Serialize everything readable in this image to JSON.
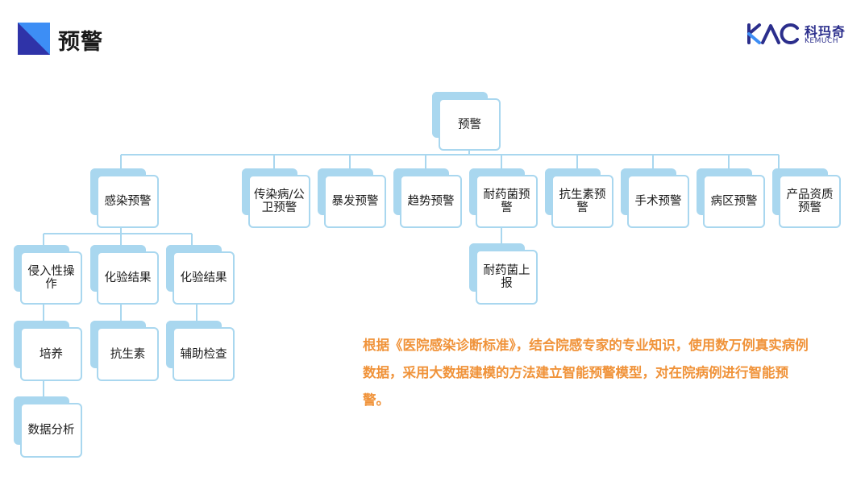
{
  "page": {
    "title": "预警"
  },
  "logo": {
    "cn": "科玛奇",
    "en": "KEMUCH"
  },
  "tree": {
    "root": "预警",
    "level1": [
      "感染预警",
      "传染病/公卫预警",
      "暴发预警",
      "趋势预警",
      "耐药菌预警",
      "抗生素预警",
      "手术预警",
      "病区预警",
      "产品资质预警"
    ],
    "infection": {
      "children": [
        "侵入性操作",
        "化验结果",
        "化验结果"
      ],
      "invasive_child": "培养",
      "invasive_grandchild": "数据分析",
      "lab1_child": "抗生素",
      "lab2_child": "辅助检查"
    },
    "resistant_child": "耐药菌上报"
  },
  "description": "根据《医院感染诊断标准》，结合院感专家的专业知识，使用数万例真实病例数据，采用大数据建模的方法建立智能预警模型，对在院病例进行智能预警。",
  "colors": {
    "node_border": "#a9d7ef",
    "connector": "#a9d7ef",
    "accent_text": "#f0933a",
    "logo": "#2b2e8c",
    "title_icon_dark": "#2f33a8",
    "title_icon_light": "#3d8ef5"
  }
}
